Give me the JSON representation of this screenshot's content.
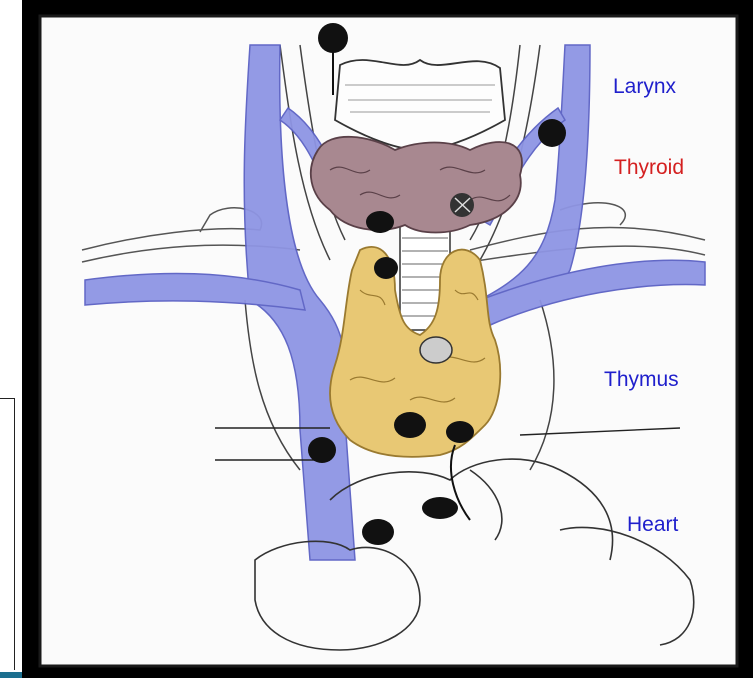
{
  "labels": {
    "larynx": "Larynx",
    "thyroid": "Thyroid",
    "thymus": "Thymus",
    "heart": "Heart"
  },
  "colors": {
    "larynx": "#1f1fcc",
    "thyroid": "#d42020",
    "thymus": "#1f1fcc",
    "heart": "#1f1fcc",
    "vein": "#8e95e4",
    "thyroid_tissue": "#a88890",
    "thymus_tissue": "#e8c874"
  }
}
